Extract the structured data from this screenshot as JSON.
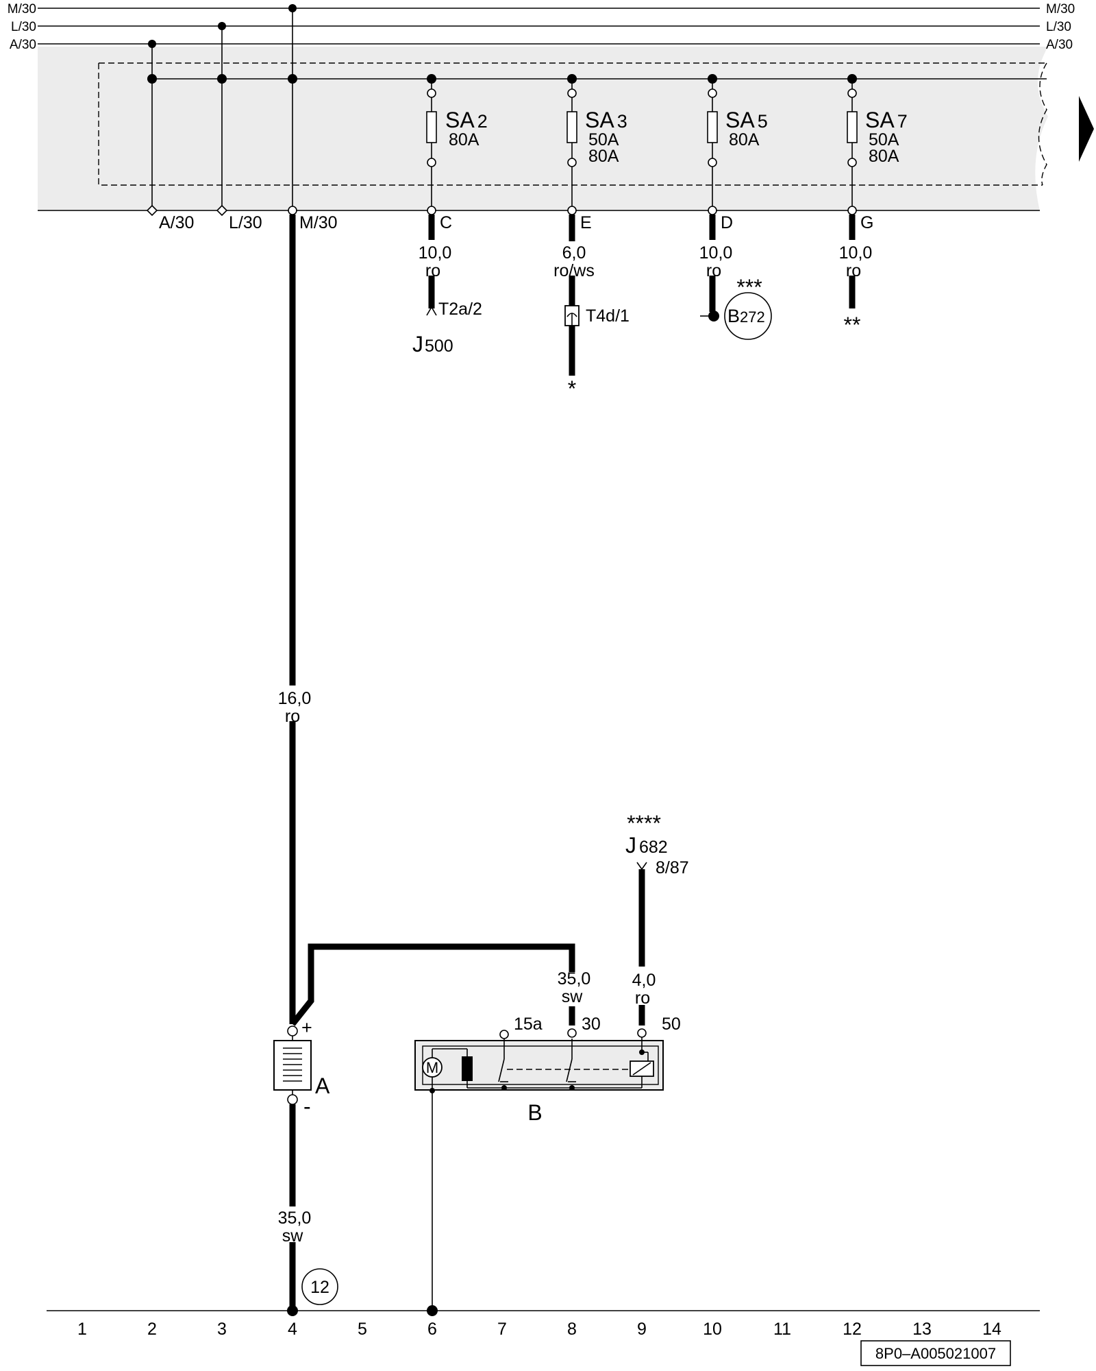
{
  "rails": [
    "M/30",
    "L/30",
    "A/30"
  ],
  "box_pins": [
    "A/30",
    "L/30",
    "M/30",
    "C",
    "E",
    "D",
    "G"
  ],
  "fuses": [
    {
      "name": "SA",
      "sub": "2",
      "rating": [
        "80A"
      ]
    },
    {
      "name": "SA",
      "sub": "3",
      "rating": [
        "50A",
        "80A"
      ]
    },
    {
      "name": "SA",
      "sub": "5",
      "rating": [
        "80A"
      ]
    },
    {
      "name": "SA",
      "sub": "7",
      "rating": [
        "50A",
        "80A"
      ]
    }
  ],
  "wires": {
    "c": [
      "10,0",
      "ro"
    ],
    "e": [
      "6,0",
      "ro/ws"
    ],
    "d": [
      "10,0",
      "ro"
    ],
    "g": [
      "10,0",
      "ro"
    ],
    "main": [
      "16,0",
      "ro"
    ],
    "starter_30": [
      "35,0",
      "sw"
    ],
    "starter_50": [
      "4,0",
      "ro"
    ],
    "ground": [
      "35,0",
      "sw"
    ]
  },
  "connectors": {
    "t2a": "T2a/2",
    "j500": {
      "main": "J",
      "sub": "500"
    },
    "t4d": "T4d/1",
    "star_e": "*",
    "b272": {
      "main": "B",
      "sub": "272"
    },
    "stars_d": "***",
    "stars_g": "**",
    "j682": {
      "stars": "****",
      "main": "J",
      "sub": "682",
      "pin": "8/87"
    }
  },
  "battery": {
    "label": "A",
    "plus": "+",
    "minus": "-"
  },
  "starter": {
    "label": "B",
    "motor": "M",
    "pins": [
      "15a",
      "30",
      "50"
    ]
  },
  "ground_point": "12",
  "grid_numbers": [
    "1",
    "2",
    "3",
    "4",
    "5",
    "6",
    "7",
    "8",
    "9",
    "10",
    "11",
    "12",
    "13",
    "14"
  ],
  "doc_id": "8P0–A005021007"
}
